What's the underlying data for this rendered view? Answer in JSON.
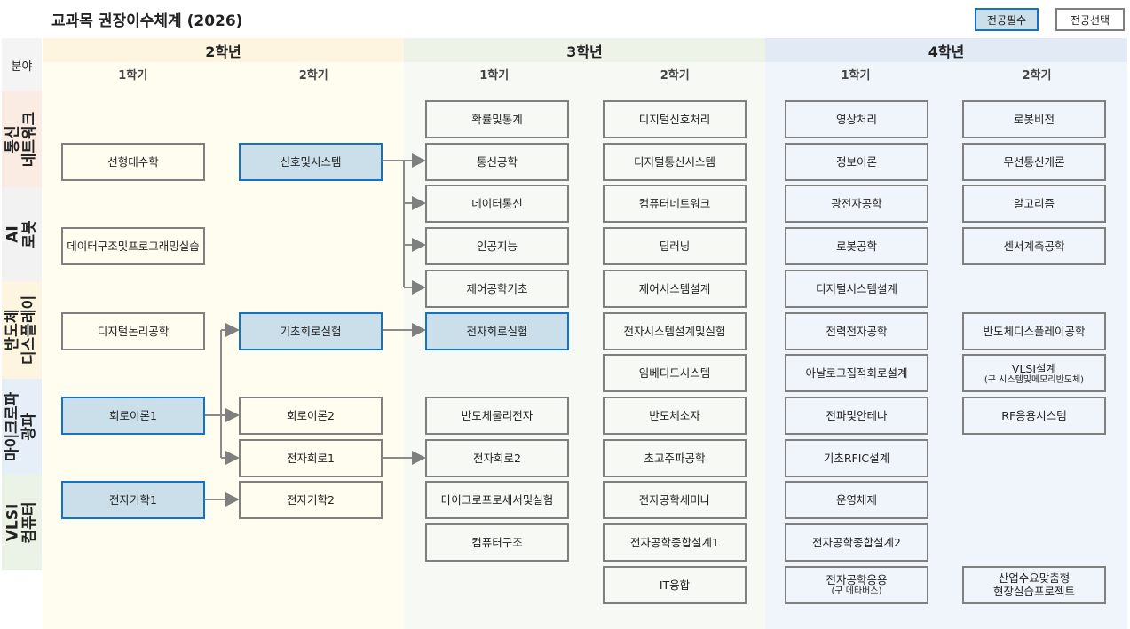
{
  "title": "교과목 권장이수체계 (2026)",
  "legend": {
    "required": "전공필수",
    "elective": "전공선택",
    "required_color": "#cadfe9",
    "required_border": "#1472c4"
  },
  "side": {
    "header": "분야",
    "categories": [
      {
        "label": "통신\n네트워크",
        "color": "#fbece3"
      },
      {
        "label": "AI\n로봇",
        "color": "#f2f2f2"
      },
      {
        "label": "반도체\n디스플레이",
        "color": "#fdf5e0"
      },
      {
        "label": "마이크로파\n광파",
        "color": "#e6eef8"
      },
      {
        "label": "VLSI\n컴퓨터",
        "color": "#ebf3e6"
      }
    ]
  },
  "years": [
    {
      "label": "2학년",
      "sem1": "1학기",
      "sem2": "2학기",
      "header_color": "#fdf5df",
      "body_color": "#fffcf0"
    },
    {
      "label": "3학년",
      "sem1": "1학기",
      "sem2": "2학기",
      "header_color": "#eef3e8",
      "body_color": "#f7f9f5"
    },
    {
      "label": "4학년",
      "sem1": "1학기",
      "sem2": "2학기",
      "header_color": "#e2eaf5",
      "body_color": "#f0f5fb"
    }
  ],
  "columns": [
    [
      null,
      {
        "label": "선형대수학"
      },
      null,
      {
        "label": "데이터구조및프로그래밍실습"
      },
      null,
      {
        "label": "디지털논리공학"
      },
      null,
      {
        "label": "회로이론1",
        "required": true
      },
      null,
      {
        "label": "전자기학1",
        "required": true
      },
      null,
      null
    ],
    [
      null,
      {
        "label": "신호및시스템",
        "required": true
      },
      null,
      null,
      null,
      {
        "label": "기초회로실험",
        "required": true
      },
      null,
      {
        "label": "회로이론2"
      },
      {
        "label": "전자회로1"
      },
      {
        "label": "전자기학2"
      },
      null,
      null
    ],
    [
      {
        "label": "확률및통계"
      },
      {
        "label": "통신공학"
      },
      {
        "label": "데이터통신"
      },
      {
        "label": "인공지능"
      },
      {
        "label": "제어공학기초"
      },
      {
        "label": "전자회로실험",
        "required": true
      },
      null,
      {
        "label": "반도체물리전자"
      },
      {
        "label": "전자회로2"
      },
      {
        "label": "마이크로프로세서및실험"
      },
      {
        "label": "컴퓨터구조"
      },
      null
    ],
    [
      {
        "label": "디지털신호처리"
      },
      {
        "label": "디지털통신시스템"
      },
      {
        "label": "컴퓨터네트워크"
      },
      {
        "label": "딥러닝"
      },
      {
        "label": "제어시스템설계"
      },
      {
        "label": "전자시스템설계및실험"
      },
      {
        "label": "임베디드시스템"
      },
      {
        "label": "반도체소자"
      },
      {
        "label": "초고주파공학"
      },
      {
        "label": "전자공학세미나"
      },
      {
        "label": "전자공학종합설계1"
      },
      {
        "label": "IT융합"
      }
    ],
    [
      {
        "label": "영상처리"
      },
      {
        "label": "정보이론"
      },
      {
        "label": "광전자공학"
      },
      {
        "label": "로봇공학"
      },
      {
        "label": "디지털시스템설계"
      },
      {
        "label": "전력전자공학"
      },
      {
        "label": "아날로그집적회로설계"
      },
      {
        "label": "전파및안테나"
      },
      {
        "label": "기초RFIC설계"
      },
      {
        "label": "운영체제"
      },
      {
        "label": "전자공학종합설계2"
      },
      {
        "label": "전자공학응용",
        "sub": "(구 메타버스)"
      }
    ],
    [
      {
        "label": "로봇비전"
      },
      {
        "label": "무선통신개론"
      },
      {
        "label": "알고리즘"
      },
      {
        "label": "센서계측공학"
      },
      null,
      {
        "label": "반도체디스플레이공학"
      },
      {
        "label": "VLSI설계",
        "sub": "(구 시스템및메모리반도체)"
      },
      {
        "label": "RF응용시스템"
      },
      null,
      null,
      null,
      {
        "label": "산업수요맞춤형\n현장실습프로젝트"
      }
    ]
  ]
}
